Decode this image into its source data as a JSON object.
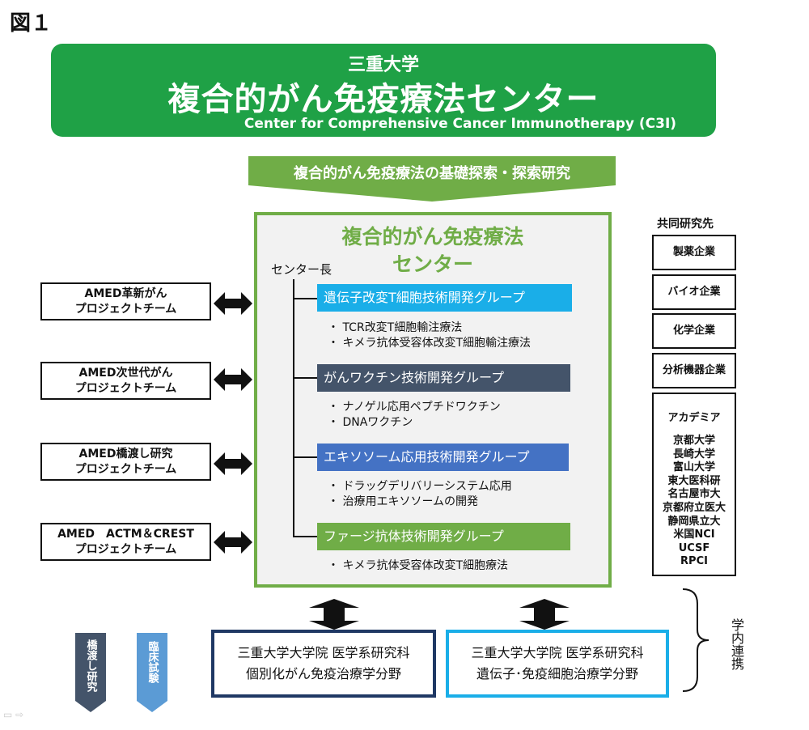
{
  "figure_label": "図１",
  "header": {
    "university": "三重大学",
    "center_name": "複合的がん免疫療法センター",
    "english_name": "Center for Comprehensive Cancer Immunotherapy (C3I)",
    "color": "#1fa146"
  },
  "research_banner": {
    "text": "複合的がん免疫療法の基礎探索・探索研究",
    "color": "#70ad47"
  },
  "center": {
    "title_line1": "複合的がん免疫療法",
    "title_line2": "センター",
    "director": "センター長",
    "groups": [
      {
        "name": "遺伝子改変T細胞技術開発グループ",
        "color": "#1aaee8",
        "items": [
          "TCR改変T細胞輸注療法",
          "キメラ抗体受容体改変T細胞輸注療法"
        ]
      },
      {
        "name": "がんワクチン技術開発グループ",
        "color": "#44546a",
        "items": [
          "ナノゲル応用ペプチドワクチン",
          "DNAワクチン"
        ]
      },
      {
        "name": "エキソソーム応用技術開発グループ",
        "color": "#4472c4",
        "items": [
          "ドラッグデリバリーシステム応用",
          "治療用エキソソームの開発"
        ]
      },
      {
        "name": "ファージ抗体技術開発グループ",
        "color": "#70ad47",
        "items": [
          "キメラ抗体受容体改変T細胞療法"
        ]
      }
    ]
  },
  "amed_teams": [
    {
      "line1": "AMED革新がん",
      "line2": "プロジェクトチーム"
    },
    {
      "line1": "AMED次世代がん",
      "line2": "プロジェクトチーム"
    },
    {
      "line1": "AMED橋渡し研究",
      "line2": "プロジェクトチーム"
    },
    {
      "line1": "AMED　ACTM＆CREST",
      "line2": "プロジェクトチーム"
    }
  ],
  "partners": {
    "heading": "共同研究先",
    "companies": [
      "製薬企業",
      "バイオ企業",
      "化学企業",
      "分析機器企業"
    ],
    "academia": {
      "heading": "アカデミア",
      "members": [
        "京都大学",
        "長崎大学",
        "富山大学",
        "東大医科研",
        "名古屋市大",
        "京都府立医大",
        "静岡県立大",
        "米国NCI",
        "UCSF",
        "RPCI"
      ]
    }
  },
  "vertical_labels": [
    {
      "text": "橋渡し研究",
      "color": "#44546a"
    },
    {
      "text": "臨床試験",
      "color": "#5b9bd5"
    }
  ],
  "departments": [
    {
      "line1": "三重大学大学院 医学系研究科",
      "line2": "個別化がん免疫治療学分野",
      "color": "#1f3864"
    },
    {
      "line1": "三重大学大学院 医学系研究科",
      "line2": "遺伝子･免疫細胞治療学分野",
      "color": "#1aaee8"
    }
  ],
  "internal_link": "学内連携"
}
